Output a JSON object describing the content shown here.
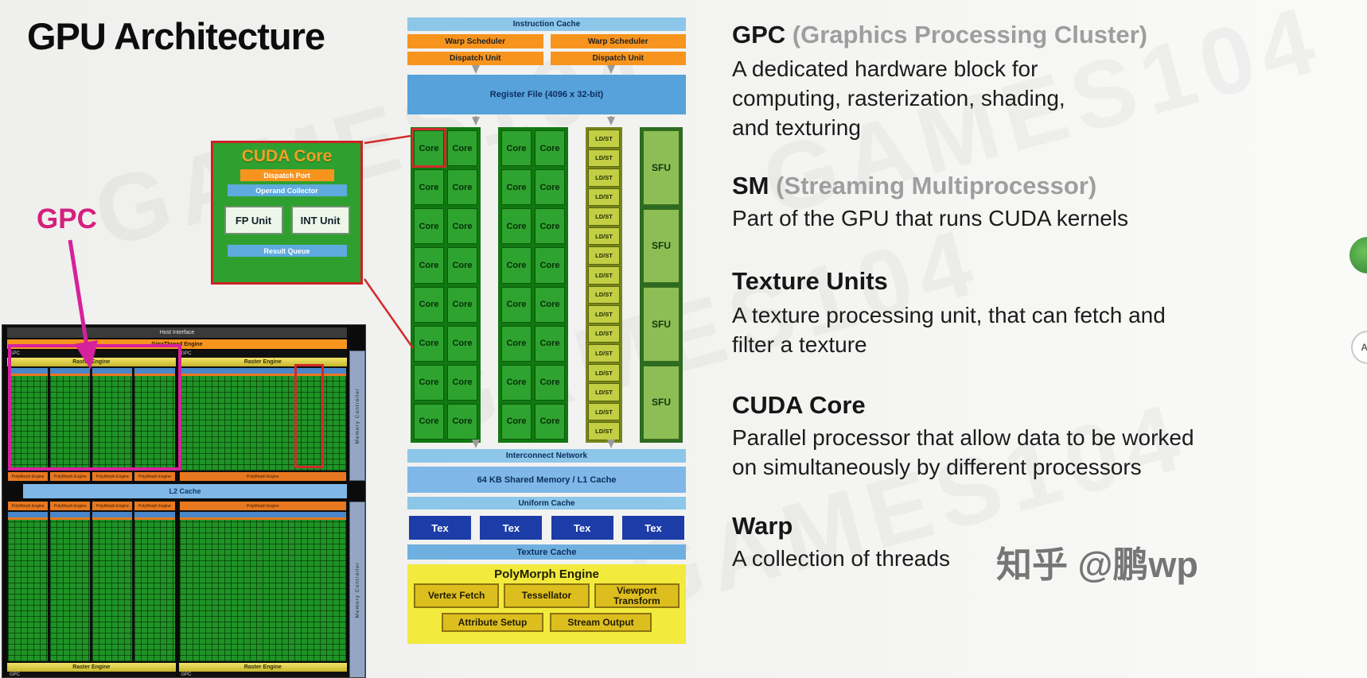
{
  "slide": {
    "title": "GPU Architecture",
    "background_watermark": "GAMES104",
    "author_watermark": "知乎 @鹏wp"
  },
  "callout": {
    "gpc": "GPC"
  },
  "cuda_core": {
    "title": "CUDA Core",
    "dispatch_port": "Dispatch Port",
    "operand_collector": "Operand Collector",
    "fp_unit": "FP Unit",
    "int_unit": "INT Unit",
    "result_queue": "Result Queue"
  },
  "die": {
    "host_interface": "Host Interface",
    "gigathread_engine": "GigaThread Engine",
    "gpc_label": "GPC",
    "raster_engine": "Raster Engine",
    "polymorph_engine": "PolyMorph Engine",
    "l2_cache": "L2 Cache",
    "memory_controller": "Memory Controller"
  },
  "sm": {
    "instruction_cache": "Instruction Cache",
    "warp_scheduler": "Warp Scheduler",
    "dispatch_unit": "Dispatch Unit",
    "register_file": "Register File (4096 x 32-bit)",
    "core": "Core",
    "ldst": "LD/ST",
    "sfu": "SFU",
    "interconnect": "Interconnect Network",
    "shared_memory": "64 KB Shared Memory / L1 Cache",
    "uniform_cache": "Uniform Cache",
    "tex": "Tex",
    "texture_cache": "Texture Cache",
    "polymorph": {
      "title": "PolyMorph Engine",
      "vertex_fetch": "Vertex Fetch",
      "tessellator": "Tessellator",
      "viewport_transform": "Viewport Transform",
      "attribute_setup": "Attribute Setup",
      "stream_output": "Stream Output"
    }
  },
  "definitions": [
    {
      "term": "GPC",
      "suffix": " (Graphics Processing Cluster)",
      "body": "A dedicated hardware block for\ncomputing, rasterization, shading,\nand texturing"
    },
    {
      "term": "SM",
      "suffix": " (Streaming Multiprocessor)",
      "body": "Part of the GPU that runs CUDA kernels"
    },
    {
      "term": "Texture Units",
      "suffix": "",
      "body": "A texture processing unit, that can fetch and\nfilter a texture"
    },
    {
      "term": "CUDA Core",
      "suffix": "",
      "body": "Parallel processor that allow data to be worked\non simultaneously by different processors"
    },
    {
      "term": "Warp",
      "suffix": "",
      "body": "A collection of threads"
    }
  ],
  "edge": {
    "ab": "AB"
  },
  "colors": {
    "accent_magenta": "#d6219c",
    "accent_red": "#d12a2a",
    "orange": "#f7941e",
    "light_blue": "#8cc6e8",
    "blue": "#57a2da",
    "core_green": "#2fa32f",
    "ldst_olive": "#c2ce44",
    "sfu_green": "#8cbe55",
    "tex_navy": "#1c3ca8",
    "poly_yellow": "#f2ea3c",
    "gold": "#ddbe1f"
  }
}
